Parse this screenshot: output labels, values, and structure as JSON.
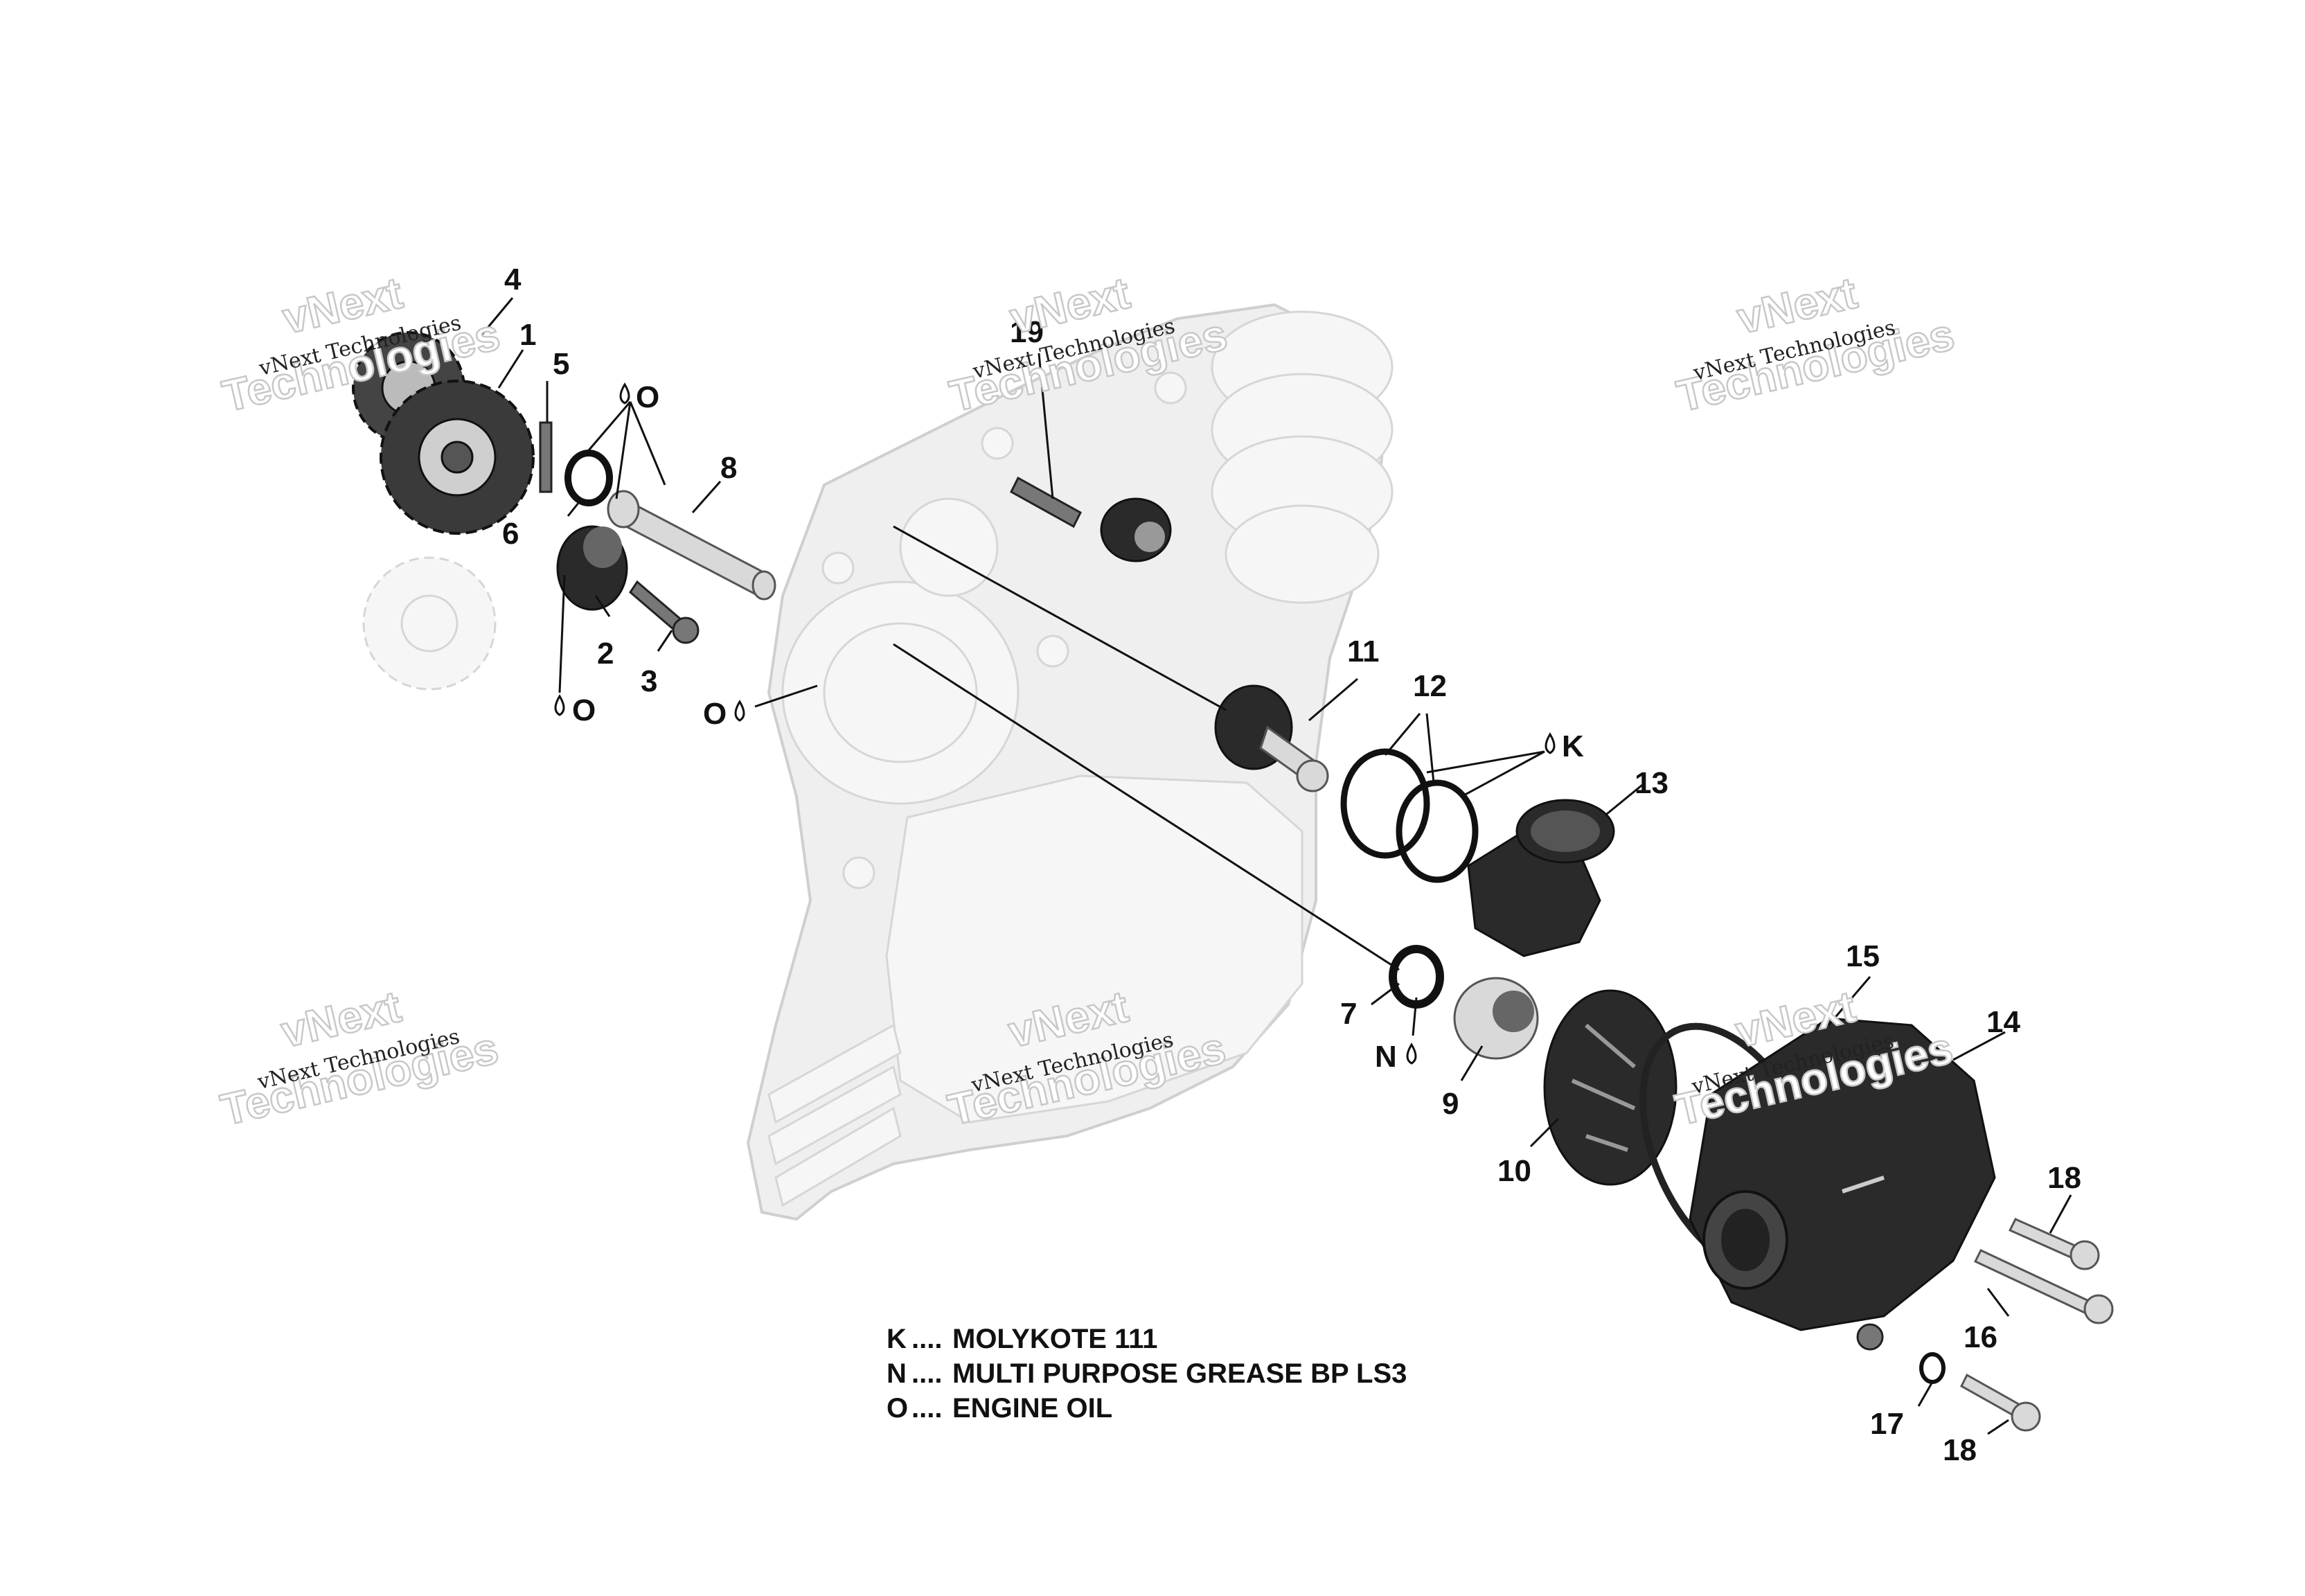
{
  "callouts": {
    "c1": "1",
    "c2": "2",
    "c3": "3",
    "c4": "4",
    "c5": "5",
    "c6": "6",
    "c7": "7",
    "c8": "8",
    "c9": "9",
    "c10": "10",
    "c11": "11",
    "c12": "12",
    "c13": "13",
    "c14": "14",
    "c15": "15",
    "c16": "16",
    "c17": "17",
    "c18a": "18",
    "c18b": "18",
    "c19": "19"
  },
  "lubricant_marks": {
    "o_gear_top": "O",
    "o_gear_bottom": "O",
    "o_housing": "O",
    "k_rings": "K",
    "n_seal": "N"
  },
  "legend": [
    {
      "code": "K",
      "separator": "....",
      "text": "MOLYKOTE 111"
    },
    {
      "code": "N",
      "separator": "....",
      "text": "MULTI PURPOSE GREASE BP LS3"
    },
    {
      "code": "O",
      "separator": "....",
      "text": "ENGINE OIL"
    }
  ],
  "watermarks": {
    "line1": "vNext Technologies",
    "line2_a": "vNext",
    "line2_b": "Technologies"
  }
}
